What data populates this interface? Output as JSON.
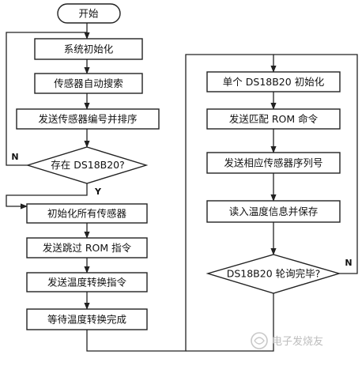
{
  "flowchart": {
    "start": "开始",
    "left_steps": [
      "系统初始化",
      "传感器自动搜索",
      "发送传感器编号并排序"
    ],
    "check_exists": "存在 DS18B20?",
    "left_steps_after": [
      "初始化所有传感器",
      "发送跳过 ROM 指令",
      "发送温度转换指令",
      "等待温度转换完成"
    ],
    "right_steps": [
      "单个 DS18B20 初始化",
      "发送匹配 ROM 命令",
      "发送相应传感器序列号",
      "读入温度信息并保存"
    ],
    "check_done": "DS18B20 轮询完毕?",
    "edge_no": "N",
    "edge_yes": "Y"
  },
  "watermark": "电子发烧友"
}
